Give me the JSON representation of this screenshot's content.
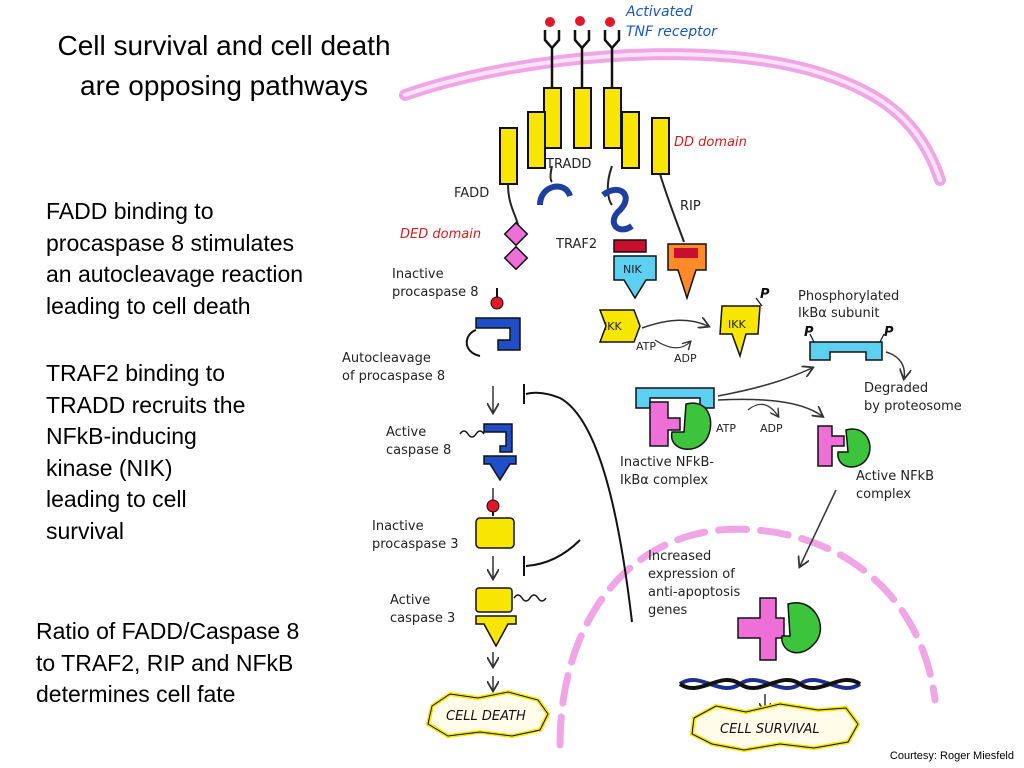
{
  "title_lines": [
    "Cell survival and cell death",
    "are opposing pathways"
  ],
  "paragraphs": {
    "p1": [
      "FADD binding to",
      "procaspase 8 stimulates",
      "an autocleavage reaction",
      "leading to cell death"
    ],
    "p2": [
      "TRAF2 binding to",
      "TRADD recruits the",
      "NFkB-inducing",
      "kinase (NIK)",
      "leading to cell",
      "survival"
    ],
    "p3": [
      "Ratio of FADD/Caspase 8",
      "to TRAF2, RIP and NFkB",
      "determines cell fate"
    ]
  },
  "diagram": {
    "receptor": [
      "Activated",
      "TNF receptor"
    ],
    "dd_domain": "DD domain",
    "tradd": "TRADD",
    "fadd": "FADD",
    "rip": "RIP",
    "ded_domain": "DED domain",
    "traf2": "TRAF2",
    "nik": "NIK",
    "inactive_procaspase8": [
      "Inactive",
      "procaspase 8"
    ],
    "autocleavage": [
      "Autocleavage",
      "of procaspase 8"
    ],
    "active_caspase8": [
      "Active",
      "caspase 8"
    ],
    "inactive_procaspase3": [
      "Inactive",
      "procaspase 3"
    ],
    "active_caspase3": [
      "Active",
      "caspase 3"
    ],
    "cell_death": "CELL DEATH",
    "ikk": "IKK",
    "atp": "ATP",
    "adp": "ADP",
    "p": "P",
    "phosphorylated": [
      "Phosphorylated",
      "IkBα subunit"
    ],
    "degraded": [
      "Degraded",
      "by proteosome"
    ],
    "inactive_complex": [
      "Inactive NFkB-",
      "IkBα complex"
    ],
    "active_complex": [
      "Active NFkB",
      "complex"
    ],
    "expression": [
      "Increased",
      "expression of",
      "anti-apoptosis",
      "genes"
    ],
    "cell_survival": "CELL SURVIVAL"
  },
  "credit": "Courtesy: Roger Miesfeld",
  "colors": {
    "membrane": "#f0a6e6",
    "receptor_yellow": "#f6e600",
    "caspase_blue": "#1f4fc8",
    "nik_cyan": "#5bd0f0",
    "rip_orange": "#ff8a2a",
    "traf2_red": "#c8102e",
    "ikb_pink": "#ee6fd8",
    "nfkb_green": "#3cc43c",
    "label_blue": "#1a57b0",
    "label_red": "#cc1f1f"
  }
}
